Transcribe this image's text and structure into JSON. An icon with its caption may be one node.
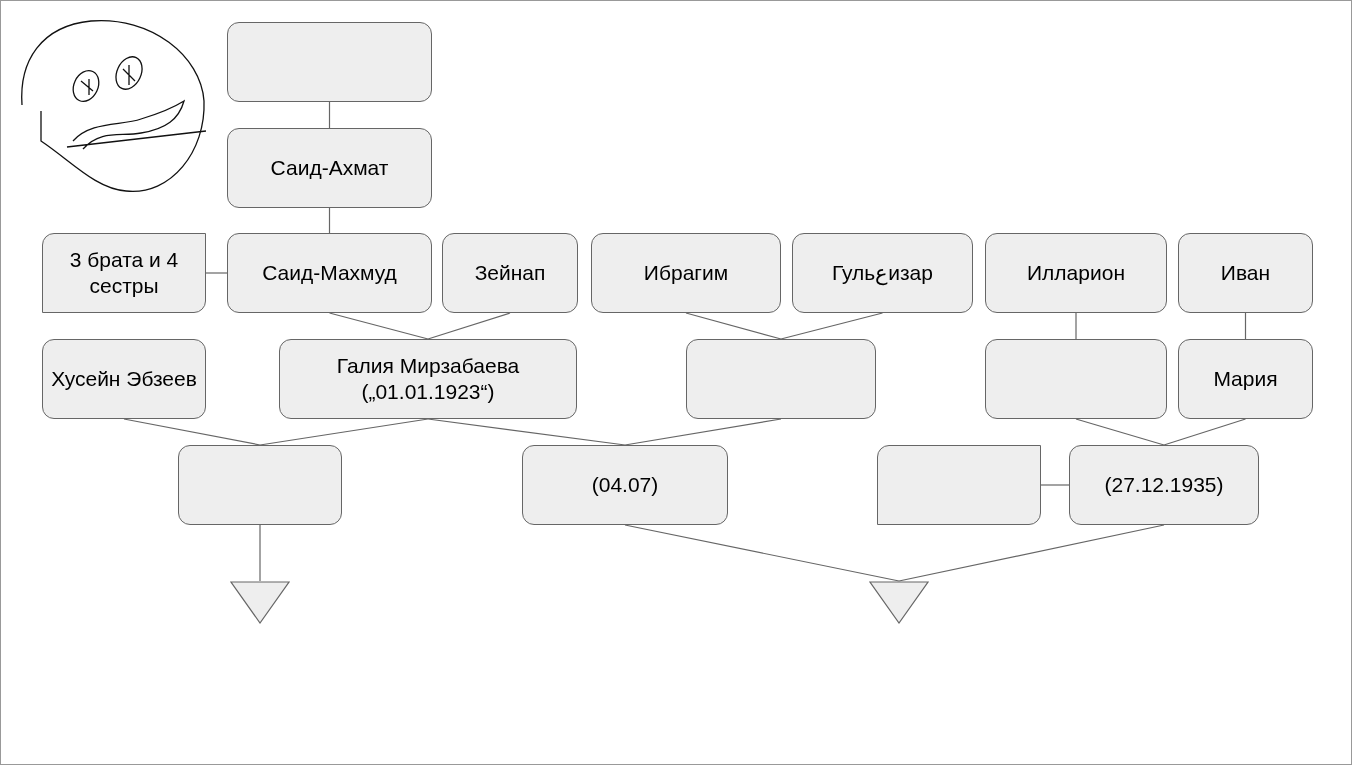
{
  "diagram": {
    "nodes": [
      {
        "text": [],
        "shape": "box"
      },
      {
        "text": [
          "Саид-Ахмат"
        ]
      },
      {
        "text": [
          "3 брата и 4 сестры"
        ]
      },
      {
        "text": [
          "Саид-Махмуд"
        ]
      },
      {
        "text": [
          "Зейнап"
        ]
      },
      {
        "text": [
          "Ибрагим"
        ]
      },
      {
        "text": [
          "Гульعизар"
        ]
      },
      {
        "text": [
          "Илларион"
        ]
      },
      {
        "text": [
          "Иван"
        ]
      },
      {
        "text": [
          "Хусейн Эбзеев"
        ]
      },
      {
        "text": [
          "Галия Мирзабаева („01.01.1923“)"
        ]
      },
      {
        "text": [],
        "shape": "box"
      },
      {
        "text": [],
        "shape": "box"
      },
      {
        "text": [
          "Мария"
        ]
      },
      {
        "text": [],
        "shape": "box"
      },
      {
        "text": [
          "(04.07)"
        ]
      },
      {
        "text": [],
        "shape": "box"
      },
      {
        "text": [
          "(27.12.1935)"
        ]
      },
      {
        "text": [],
        "shape": "triangle"
      },
      {
        "text": [],
        "shape": "triangle"
      }
    ],
    "edges": [
      {
        "from": 0,
        "to": 1,
        "arrow": "none"
      },
      {
        "from": 1,
        "to": 3,
        "arrow": "none"
      },
      {
        "from": 2,
        "to": 3,
        "arrow": "none"
      },
      {
        "from": 3,
        "to": 10,
        "arrow": "none"
      },
      {
        "from": 4,
        "to": 10,
        "arrow": "none"
      },
      {
        "from": 5,
        "to": 11,
        "arrow": "none"
      },
      {
        "from": 6,
        "to": 11,
        "arrow": "none"
      },
      {
        "from": 7,
        "to": 12,
        "arrow": "none"
      },
      {
        "from": 8,
        "to": 13,
        "arrow": "none"
      },
      {
        "from": 9,
        "to": 14,
        "arrow": "none"
      },
      {
        "from": 10,
        "to": 14,
        "arrow": "none"
      },
      {
        "from": 10,
        "to": 15,
        "arrow": "none"
      },
      {
        "from": 11,
        "to": 15,
        "arrow": "none"
      },
      {
        "from": 12,
        "to": 17,
        "arrow": "none"
      },
      {
        "from": 13,
        "to": 17,
        "arrow": "none"
      },
      {
        "from": 16,
        "to": 17,
        "arrow": "none"
      },
      {
        "from": 14,
        "to": 18,
        "arrow": "none"
      },
      {
        "from": 15,
        "to": 19,
        "arrow": "none"
      },
      {
        "from": 17,
        "to": 19,
        "arrow": "none"
      }
    ]
  }
}
